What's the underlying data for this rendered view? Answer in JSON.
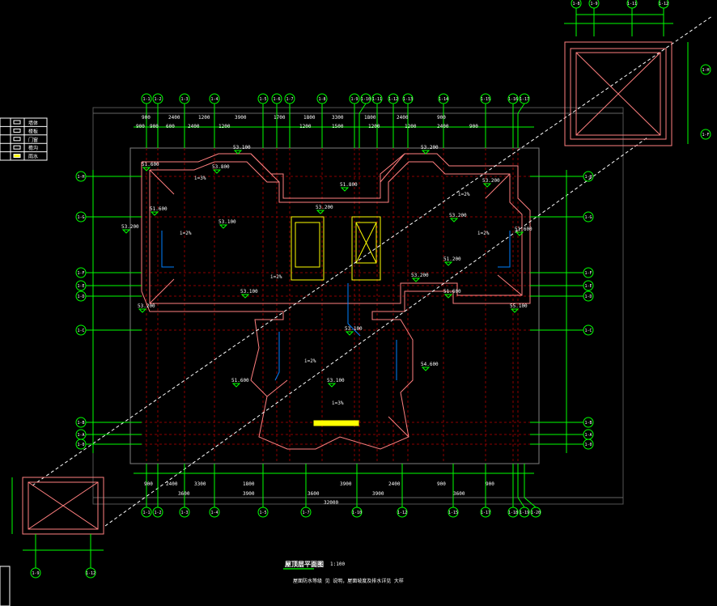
{
  "drawing": {
    "title": "屋顶层平面图",
    "scale": "1:100",
    "note": "屋面防水等级 见 说明，屋面坡度及排水详见 大样"
  },
  "legend": {
    "items": [
      "墙体",
      "楼板",
      "门窗",
      "檐沟",
      "雨水"
    ]
  },
  "axes": {
    "top": [
      "1-1",
      "1-2",
      "1-3",
      "1-4",
      "1-5",
      "1-6",
      "1-7",
      "1-8",
      "1-9",
      "1-10",
      "1-11",
      "1-12",
      "1-13",
      "1-14",
      "1-15",
      "1-16",
      "1-17"
    ],
    "bottom": [
      "1-1",
      "1-2",
      "1-3",
      "1-4",
      "1-5",
      "1-7",
      "1-10",
      "1-12",
      "1-15",
      "1-17",
      "1-18",
      "1-19",
      "1-20"
    ],
    "left": [
      "1-H",
      "1-G",
      "1-F",
      "1-E",
      "1-D",
      "1-C",
      "1-B",
      "1-A",
      "1-0"
    ],
    "right": [
      "1-H",
      "1-G",
      "1-F",
      "1-E",
      "1-D",
      "1-C",
      "1-B",
      "1-A",
      "1-0"
    ],
    "detail_top": [
      "1-8",
      "1-9",
      "1-11",
      "1-12"
    ],
    "detail_right": [
      "1-H",
      "1-F"
    ],
    "detail_bottom": [
      "1-9",
      "1-12"
    ]
  },
  "dimensions": {
    "top_row1": [
      "900",
      "2400",
      "1200",
      "3900",
      "1700",
      "1800",
      "3300",
      "1800",
      "2400",
      "900"
    ],
    "top_row2": [
      "900",
      "900",
      "600",
      "2400",
      "1200",
      "1200",
      "1500",
      "1200",
      "1200",
      "2400",
      "900"
    ],
    "bottom_row1": [
      "900",
      "2400",
      "3300",
      "1800",
      "3900",
      "2400",
      "900",
      "900"
    ],
    "bottom_row2": [
      "3600",
      "3900",
      "3600",
      "3900",
      "3600"
    ],
    "overall": "32000"
  },
  "elevations": [
    "53.100",
    "53.200",
    "51.600",
    "53.800",
    "51.600",
    "53.200",
    "53.200",
    "51.800",
    "53.200",
    "53.100",
    "53.200",
    "51.600",
    "51.200",
    "53.200",
    "53.100",
    "51.600",
    "53.200",
    "55.100",
    "53.100",
    "51.600",
    "53.100",
    "54.600"
  ],
  "slopes": [
    "i=2%",
    "i=2%",
    "i=3%",
    "i=2%",
    "i=2%",
    "i=3%",
    "i=2%"
  ],
  "colors": {
    "background": "#000000",
    "axis": "#00ff00",
    "wall": "#ff7f7f",
    "stair": "#ffff00",
    "pipe": "#0080ff",
    "grid": "#808080",
    "text": "#ffffff"
  }
}
